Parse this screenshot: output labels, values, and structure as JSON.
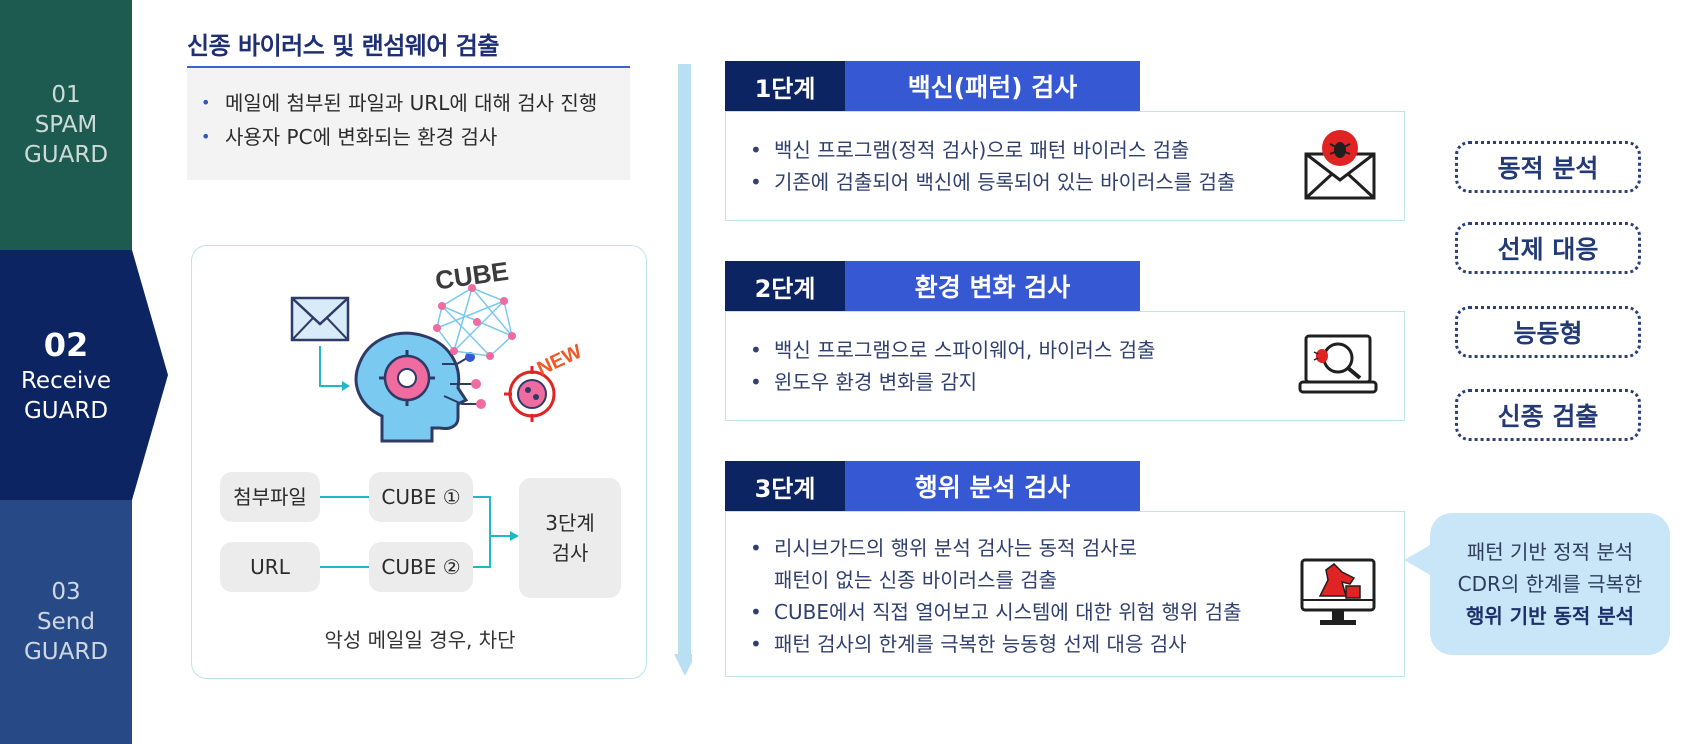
{
  "nav": {
    "items": [
      {
        "num": "01",
        "line1": "SPAM",
        "line2": "GUARD"
      },
      {
        "num": "02",
        "line1": "Receive",
        "line2": "GUARD"
      },
      {
        "num": "03",
        "line1": "Send",
        "line2": "GUARD"
      }
    ]
  },
  "main": {
    "title": "신종 바이러스 및 랜섬웨어 검출",
    "intro": [
      "메일에 첨부된 파일과 URL에 대해 검사 진행",
      "사용자 PC에 변화되는 환경 검사"
    ]
  },
  "panel": {
    "cube_label": "CUBE",
    "new_label": "NEW",
    "nodes": {
      "attachment": "첨부파일",
      "url": "URL",
      "cube1": "CUBE ①",
      "cube2": "CUBE ②",
      "stage3_line1": "3단계",
      "stage3_line2": "검사"
    },
    "caption": "악성 메일일 경우, 차단"
  },
  "stages": [
    {
      "tag": "1단계",
      "name": "백신(패턴) 검사",
      "bullets": [
        "백신 프로그램(정적 검사)으로 패턴 바이러스 검출",
        "기존에 검출되어 백신에 등록되어 있는 바이러스를 검출"
      ],
      "icon": "mail-bug-icon"
    },
    {
      "tag": "2단계",
      "name": "환경 변화 검사",
      "bullets": [
        "백신 프로그램으로 스파이웨어, 바이러스 검출",
        "윈도우 환경 변화를 감지"
      ],
      "icon": "laptop-magnifier-icon"
    },
    {
      "tag": "3단계",
      "name": "행위 분석 검사",
      "bullets": [
        "리시브가드의 행위 분석 검사는 동적 검사로",
        "패턴이 없는 신종 바이러스를 검출",
        "CUBE에서 직접 열어보고 시스템에 대한 위험 행위 검출",
        "패턴 검사의 한계를 극복한 능동형 선제 대응 검사"
      ],
      "icon": "monitor-trojan-icon"
    }
  ],
  "tags": [
    "동적 분석",
    "선제 대응",
    "능동형",
    "신종 검출"
  ],
  "callout": {
    "line1": "패턴 기반 정적 분석",
    "line2": "CDR의 한계를 극복한",
    "line3": "행위 기반 동적 분석"
  },
  "colors": {
    "nav1": "#1d5a4f",
    "nav2": "#0c2462",
    "nav3": "#274a86",
    "stage_tag": "#0c2462",
    "stage_name": "#3659d3",
    "accent_red": "#e02424",
    "light_blue": "#c8e6f8"
  }
}
